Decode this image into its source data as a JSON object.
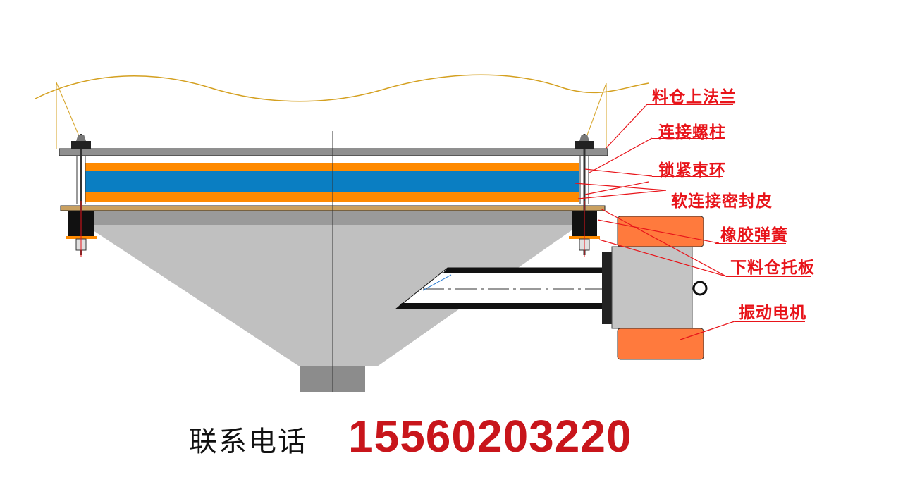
{
  "labels": {
    "hopper_upper_flange": "料仓上法兰",
    "connecting_stud": "连接螺柱",
    "clamp_ring": "锁紧束环",
    "flexible_seal": "软连接密封皮",
    "rubber_spring": "橡胶弹簧",
    "lower_hopper_plate": "下料仓托板",
    "vibration_motor": "振动电机"
  },
  "contact": {
    "label": "联系电话",
    "phone": "15560203220"
  },
  "colors": {
    "callout": "#e8141a",
    "phone": "#c8151b",
    "orange_band": "#ff8a00",
    "blue_band": "#0a7ec2",
    "hopper": "#c0c0c0",
    "motor_orange": "#ff7a3d",
    "rubber": "#111111"
  }
}
